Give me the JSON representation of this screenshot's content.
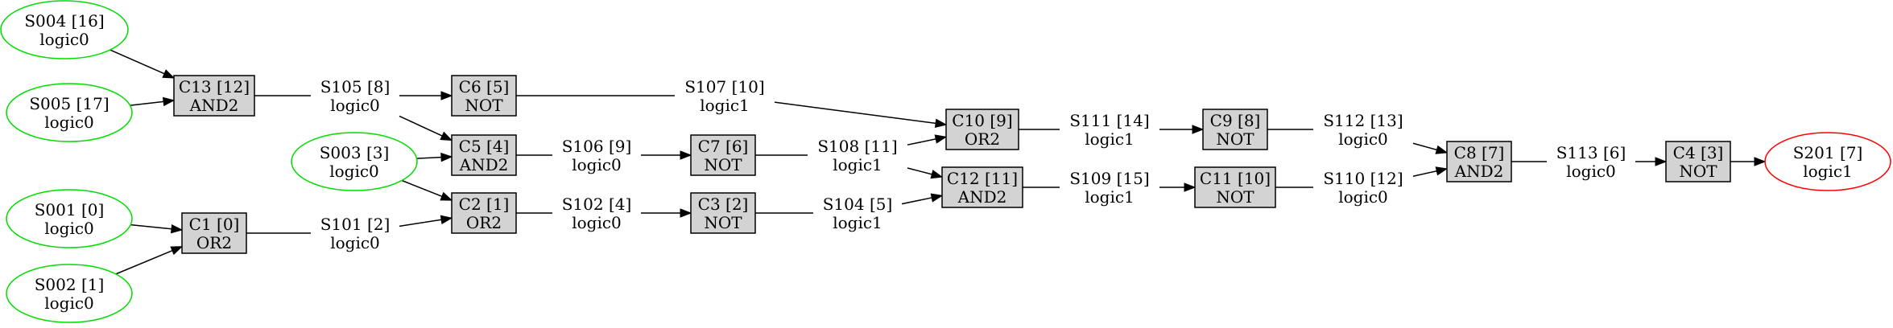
{
  "colors": {
    "input_border": "#00dd00",
    "output_border": "#ff0000",
    "gate_fill": "#d3d3d3"
  },
  "inputs": [
    {
      "id": "S004",
      "name": "S004 [16]",
      "value": "logic0"
    },
    {
      "id": "S005",
      "name": "S005 [17]",
      "value": "logic0"
    },
    {
      "id": "S003",
      "name": "S003 [3]",
      "value": "logic0"
    },
    {
      "id": "S001",
      "name": "S001 [0]",
      "value": "logic0"
    },
    {
      "id": "S002",
      "name": "S002 [1]",
      "value": "logic0"
    }
  ],
  "outputs": [
    {
      "id": "S201",
      "name": "S201 [7]",
      "value": "logic1"
    }
  ],
  "gates": [
    {
      "id": "C13",
      "name": "C13 [12]",
      "type": "AND2"
    },
    {
      "id": "C6",
      "name": "C6 [5]",
      "type": "NOT"
    },
    {
      "id": "C5",
      "name": "C5 [4]",
      "type": "AND2"
    },
    {
      "id": "C2",
      "name": "C2 [1]",
      "type": "OR2"
    },
    {
      "id": "C1",
      "name": "C1 [0]",
      "type": "OR2"
    },
    {
      "id": "C7",
      "name": "C7 [6]",
      "type": "NOT"
    },
    {
      "id": "C3",
      "name": "C3 [2]",
      "type": "NOT"
    },
    {
      "id": "C10",
      "name": "C10 [9]",
      "type": "OR2"
    },
    {
      "id": "C12",
      "name": "C12 [11]",
      "type": "AND2"
    },
    {
      "id": "C9",
      "name": "C9 [8]",
      "type": "NOT"
    },
    {
      "id": "C11",
      "name": "C11 [10]",
      "type": "NOT"
    },
    {
      "id": "C8",
      "name": "C8 [7]",
      "type": "AND2"
    },
    {
      "id": "C4",
      "name": "C4 [3]",
      "type": "NOT"
    }
  ],
  "signals": [
    {
      "id": "S105",
      "name": "S105 [8]",
      "value": "logic0"
    },
    {
      "id": "S101",
      "name": "S101 [2]",
      "value": "logic0"
    },
    {
      "id": "S107",
      "name": "S107 [10]",
      "value": "logic1"
    },
    {
      "id": "S106",
      "name": "S106 [9]",
      "value": "logic0"
    },
    {
      "id": "S102",
      "name": "S102 [4]",
      "value": "logic0"
    },
    {
      "id": "S108",
      "name": "S108 [11]",
      "value": "logic1"
    },
    {
      "id": "S104",
      "name": "S104 [5]",
      "value": "logic1"
    },
    {
      "id": "S111",
      "name": "S111 [14]",
      "value": "logic1"
    },
    {
      "id": "S109",
      "name": "S109 [15]",
      "value": "logic1"
    },
    {
      "id": "S112",
      "name": "S112 [13]",
      "value": "logic0"
    },
    {
      "id": "S110",
      "name": "S110 [12]",
      "value": "logic0"
    },
    {
      "id": "S113",
      "name": "S113 [6]",
      "value": "logic0"
    }
  ],
  "connections": [
    [
      "S004",
      "C13"
    ],
    [
      "S005",
      "C13"
    ],
    [
      "C13",
      "S105"
    ],
    [
      "S105",
      "C6"
    ],
    [
      "S105",
      "C5"
    ],
    [
      "S003",
      "C5"
    ],
    [
      "S003",
      "C2"
    ],
    [
      "S001",
      "C1"
    ],
    [
      "S002",
      "C1"
    ],
    [
      "C1",
      "S101"
    ],
    [
      "S101",
      "C2"
    ],
    [
      "C6",
      "S107"
    ],
    [
      "S107",
      "C10"
    ],
    [
      "C5",
      "S106"
    ],
    [
      "S106",
      "C7"
    ],
    [
      "C2",
      "S102"
    ],
    [
      "S102",
      "C3"
    ],
    [
      "C7",
      "S108"
    ],
    [
      "S108",
      "C10"
    ],
    [
      "S108",
      "C12"
    ],
    [
      "C3",
      "S104"
    ],
    [
      "S104",
      "C12"
    ],
    [
      "C10",
      "S111"
    ],
    [
      "S111",
      "C9"
    ],
    [
      "C12",
      "S109"
    ],
    [
      "S109",
      "C11"
    ],
    [
      "C9",
      "S112"
    ],
    [
      "S112",
      "C8"
    ],
    [
      "C11",
      "S110"
    ],
    [
      "S110",
      "C8"
    ],
    [
      "C8",
      "S113"
    ],
    [
      "S113",
      "C4"
    ],
    [
      "C4",
      "S201"
    ]
  ]
}
